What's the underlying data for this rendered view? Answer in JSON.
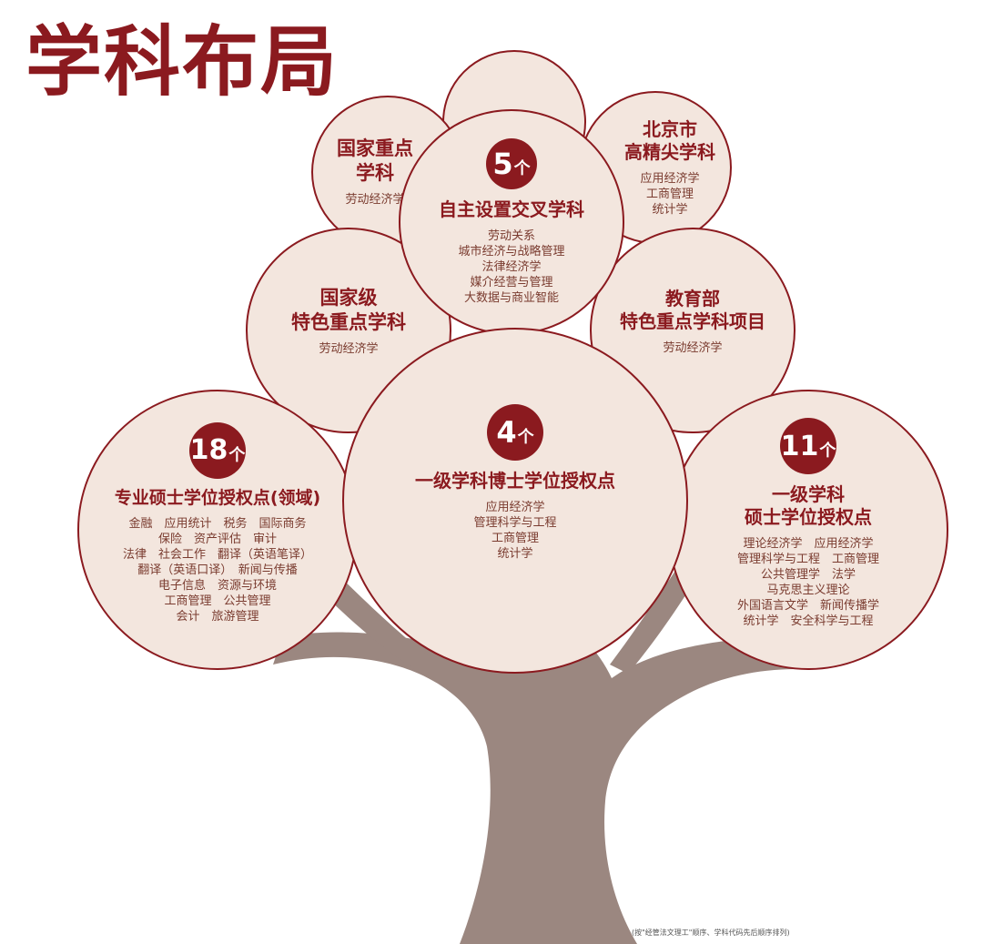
{
  "title": "学科布局",
  "colors": {
    "accent": "#8b1a1f",
    "circle_fill": "#f3e6de",
    "trunk": "#9b8780"
  },
  "circles": {
    "top": {
      "name": "",
      "items": []
    },
    "national_key": {
      "name": "国家重点\n学科",
      "items": [
        "劳动经济学"
      ]
    },
    "self_set": {
      "count": "5",
      "unit": "个",
      "name": "自主设置交叉学科",
      "items": [
        "劳动关系",
        "城市经济与战略管理",
        "法律经济学",
        "媒介经营与管理",
        "大数据与商业智能"
      ]
    },
    "beijing": {
      "name": "北京市\n高精尖学科",
      "items": [
        "应用经济学",
        "工商管理",
        "统计学"
      ]
    },
    "national_featured": {
      "name": "国家级\n特色重点学科",
      "items": [
        "劳动经济学"
      ]
    },
    "moe_featured": {
      "name": "教育部\n特色重点学科项目",
      "items": [
        "劳动经济学"
      ]
    },
    "professional_master": {
      "count": "18",
      "unit": "个",
      "name": "专业硕士学位授权点(领域)",
      "items": [
        "金融　应用统计　税务　国际商务",
        "保险　资产评估　审计",
        "法律　社会工作　翻译（英语笔译）",
        "翻译（英语口译）　新闻与传播",
        "电子信息　资源与环境",
        "工商管理　公共管理",
        "会计　旅游管理"
      ]
    },
    "doctoral": {
      "count": "4",
      "unit": "个",
      "name": "一级学科博士学位授权点",
      "items": [
        "应用经济学",
        "管理科学与工程",
        "工商管理",
        "统计学"
      ]
    },
    "master": {
      "count": "11",
      "unit": "个",
      "name": "一级学科\n硕士学位授权点",
      "items": [
        "理论经济学　应用经济学",
        "管理科学与工程　工商管理",
        "公共管理学　法学",
        "马克思主义理论",
        "外国语言文学　新闻传播学",
        "统计学　安全科学与工程"
      ]
    }
  },
  "footnote": "(按\"经管法文理工\"顺序、学科代码先后顺序排列)"
}
